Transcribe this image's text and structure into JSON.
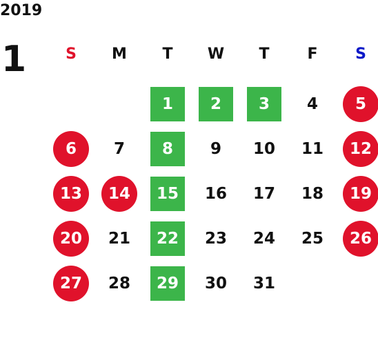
{
  "year": "2019",
  "month": "1",
  "colors": {
    "sunday": "#e0122b",
    "saturday": "#0a18c8",
    "highlight": "#3cb54a",
    "holiday": "#e0122b"
  },
  "weekdays": [
    "S",
    "M",
    "T",
    "W",
    "T",
    "F",
    "S"
  ],
  "weeks": [
    [
      {
        "day": "",
        "style": "none"
      },
      {
        "day": "",
        "style": "none"
      },
      {
        "day": "1",
        "style": "square"
      },
      {
        "day": "2",
        "style": "square"
      },
      {
        "day": "3",
        "style": "square"
      },
      {
        "day": "4",
        "style": "plain"
      },
      {
        "day": "5",
        "style": "circle"
      }
    ],
    [
      {
        "day": "6",
        "style": "circle"
      },
      {
        "day": "7",
        "style": "plain"
      },
      {
        "day": "8",
        "style": "square"
      },
      {
        "day": "9",
        "style": "plain"
      },
      {
        "day": "10",
        "style": "plain"
      },
      {
        "day": "11",
        "style": "plain"
      },
      {
        "day": "12",
        "style": "circle"
      }
    ],
    [
      {
        "day": "13",
        "style": "circle"
      },
      {
        "day": "14",
        "style": "circle"
      },
      {
        "day": "15",
        "style": "square"
      },
      {
        "day": "16",
        "style": "plain"
      },
      {
        "day": "17",
        "style": "plain"
      },
      {
        "day": "18",
        "style": "plain"
      },
      {
        "day": "19",
        "style": "circle"
      }
    ],
    [
      {
        "day": "20",
        "style": "circle"
      },
      {
        "day": "21",
        "style": "plain"
      },
      {
        "day": "22",
        "style": "square"
      },
      {
        "day": "23",
        "style": "plain"
      },
      {
        "day": "24",
        "style": "plain"
      },
      {
        "day": "25",
        "style": "plain"
      },
      {
        "day": "26",
        "style": "circle"
      }
    ],
    [
      {
        "day": "27",
        "style": "circle"
      },
      {
        "day": "28",
        "style": "plain"
      },
      {
        "day": "29",
        "style": "square"
      },
      {
        "day": "30",
        "style": "plain"
      },
      {
        "day": "31",
        "style": "plain"
      },
      {
        "day": "",
        "style": "none"
      },
      {
        "day": "",
        "style": "none"
      }
    ]
  ]
}
